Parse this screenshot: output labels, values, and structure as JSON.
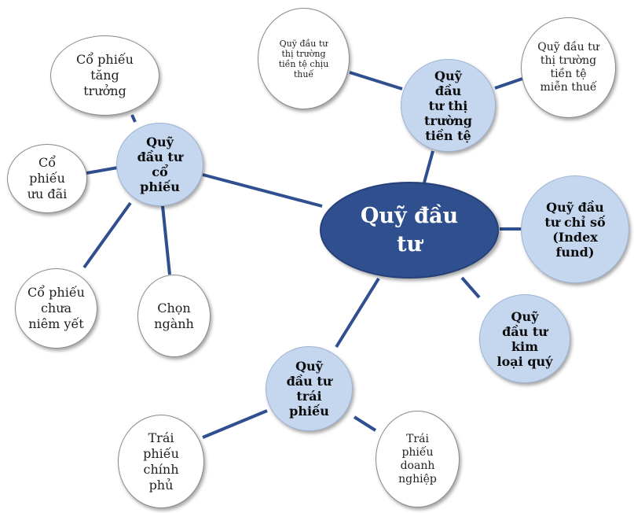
{
  "diagram": {
    "center": "Quỹ đầu\ntư",
    "categories": {
      "stock_fund": "Quỹ\nđầu tư\ncổ\nphiếu",
      "money_market_fund": "Quỹ\nđầu\ntư thị\ntrường\ntiền tệ",
      "index_fund": "Quỹ đầu\ntư chỉ số\n(Index\nfund)",
      "precious_metal_fund": "Quỹ\nđầu tư\nkim\nloại quý",
      "bond_fund": "Quỹ\nđầu tư\ntrái\nphiếu"
    },
    "leaves": {
      "growth_stock": "Cổ phiếu\ntăng\ntrưởng",
      "preferred_stock": "Cổ\nphiếu\nưu đãi",
      "unlisted_stock": "Cổ phiếu\nchưa\nniêm yết",
      "choose_sector": "Chọn\nngành",
      "taxable_money_market": "Quỹ đầu tư\nthị trường\ntiền tệ chịu\nthuế",
      "tax_exempt_money_market": "Quỹ đầu tư\nthị trường\ntiền tệ\nmiễn thuế",
      "government_bond": "Trái\nphiếu\nchính\nphủ",
      "corporate_bond": "Trái\nphiếu\ndoanh\nnghiệp"
    },
    "colors": {
      "center_fill": "#2f4f8f",
      "category_fill": "#c5d6ef",
      "leaf_fill": "#ffffff",
      "connector": "#2f4f8f"
    }
  }
}
